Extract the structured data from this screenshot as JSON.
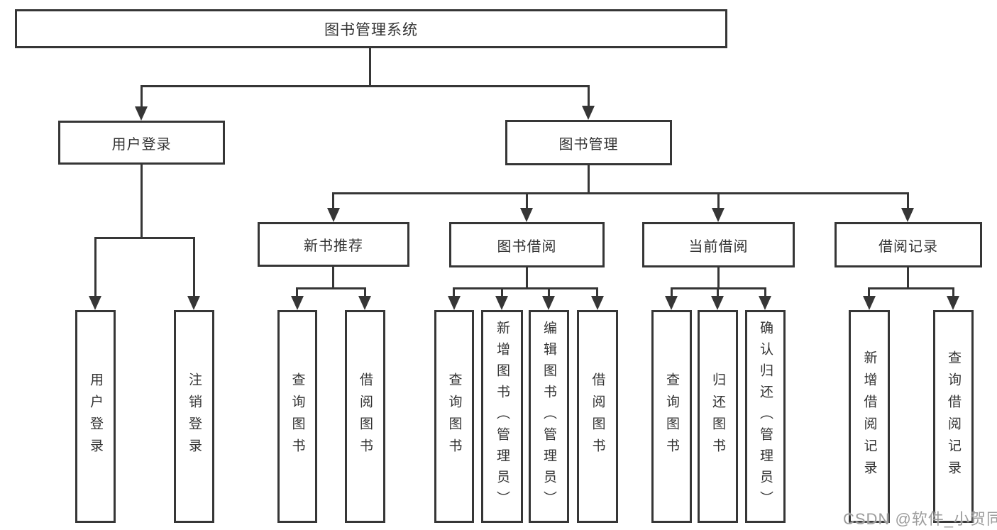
{
  "diagram": {
    "title": "图书管理系统",
    "root": {
      "label": "图书管理系统"
    },
    "level1": [
      {
        "label": "用户登录"
      },
      {
        "label": "图书管理"
      }
    ],
    "level2": [
      {
        "label": "新书推荐"
      },
      {
        "label": "图书借阅"
      },
      {
        "label": "当前借阅"
      },
      {
        "label": "借阅记录"
      }
    ],
    "leaves": {
      "user_login": [
        {
          "label": "用户登录"
        },
        {
          "label": "注销登录"
        }
      ],
      "new_book": [
        {
          "label": "查询图书"
        },
        {
          "label": "借阅图书"
        }
      ],
      "book_borrow": [
        {
          "label": "查询图书"
        },
        {
          "label": "新增图书（管理员）"
        },
        {
          "label": "编辑图书（管理员）"
        },
        {
          "label": "借阅图书"
        }
      ],
      "current_borrow": [
        {
          "label": "查询图书"
        },
        {
          "label": "归还图书"
        },
        {
          "label": "确认归还（管理员）"
        }
      ],
      "borrow_records": [
        {
          "label": "新增借阅记录"
        },
        {
          "label": "查询借阅记录"
        }
      ]
    }
  },
  "watermark": {
    "text": "CSDN @软件_小贺同学"
  },
  "colors": {
    "line": "#363636",
    "text": "#333333",
    "watermark": "#9c9c9c",
    "background": "#ffffff"
  }
}
